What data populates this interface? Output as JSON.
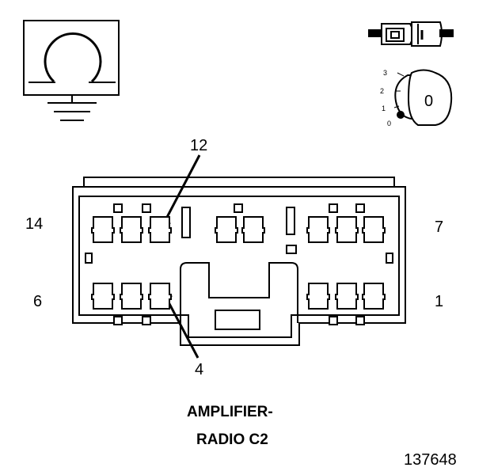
{
  "title_line1": "AMPLIFIER-",
  "title_line2": "RADIO C2",
  "figure_number": "137648",
  "pin_labels": {
    "top_left": "14",
    "top_right": "7",
    "bottom_left": "6",
    "bottom_right": "1",
    "callout_top": "12",
    "callout_bottom": "4"
  },
  "key_switch": {
    "positions": [
      "3",
      "2",
      "1",
      "0"
    ],
    "key_label": "0"
  },
  "icons": [
    "ground-symbol-icon",
    "connector-plug-icon",
    "ignition-key-icon"
  ],
  "colors": {
    "line": "#000000",
    "background": "#ffffff"
  }
}
